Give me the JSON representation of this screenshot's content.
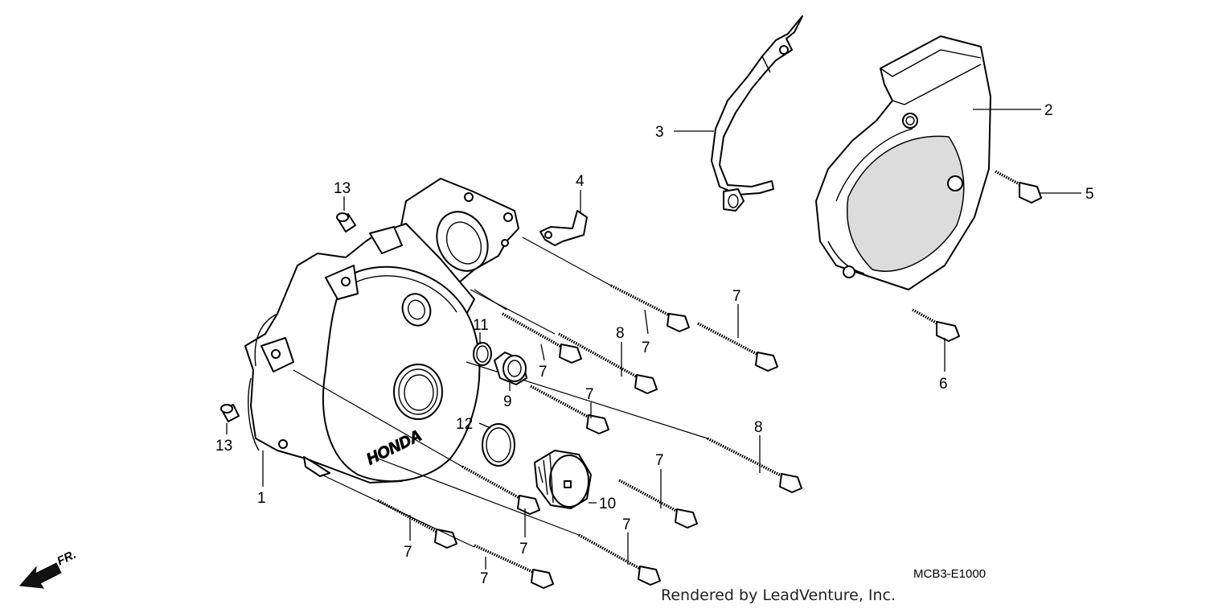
{
  "diagram": {
    "code": "MCB3-E1000",
    "credit": "Rendered by LeadVenture, Inc.",
    "direction_label": "FR.",
    "callouts": {
      "c1": "1",
      "c2": "2",
      "c3": "3",
      "c4": "4",
      "c5": "5",
      "c6": "6",
      "c7a": "7",
      "c7b": "7",
      "c7c": "7",
      "c7d": "7",
      "c7e": "7",
      "c7f": "7",
      "c7g": "7",
      "c7h": "7",
      "c7i": "7",
      "c8a": "8",
      "c8b": "8",
      "c9": "9",
      "c10": "10",
      "c11": "11",
      "c12": "12",
      "c13a": "13",
      "c13b": "13"
    },
    "cover_logo": "HONDA"
  }
}
